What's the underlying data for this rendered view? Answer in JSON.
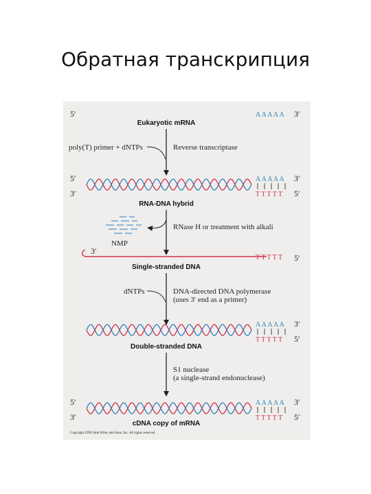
{
  "title": "Обратная транскрипция",
  "figure": {
    "five_prime": "5′",
    "three_prime": "3′",
    "polyA": "A A A A A",
    "polyT": "T T T T T",
    "step1_label": "Eukaryotic mRNA",
    "primer_label": "poly(T) primer + dNTPs",
    "enzyme1_label": "Reverse transcriptase",
    "hybrid_label": "RNA-DNA hybrid",
    "rnase_label": "RNase H or treatment with alkali",
    "nmp_label": "NMP",
    "ssdna_label": "Single-stranded DNA",
    "dntps_label": "dNTPs",
    "polymerase_line1": "DNA-directed DNA polymerase",
    "polymerase_line2": "(uses 3′ end as a primer)",
    "dsdna_label": "Double-stranded DNA",
    "s1_line1": "S1 nuclease",
    "s1_line2": "(a single-strand endonuclease)",
    "cdna_label": "cDNA copy of mRNA",
    "copyright": "Copyright 1999 John Wiley and Sons, Inc. All rights reserved.",
    "colors": {
      "rna": "#d0304a",
      "dna": "#2f7fbf",
      "panel": "#efeeec"
    }
  }
}
